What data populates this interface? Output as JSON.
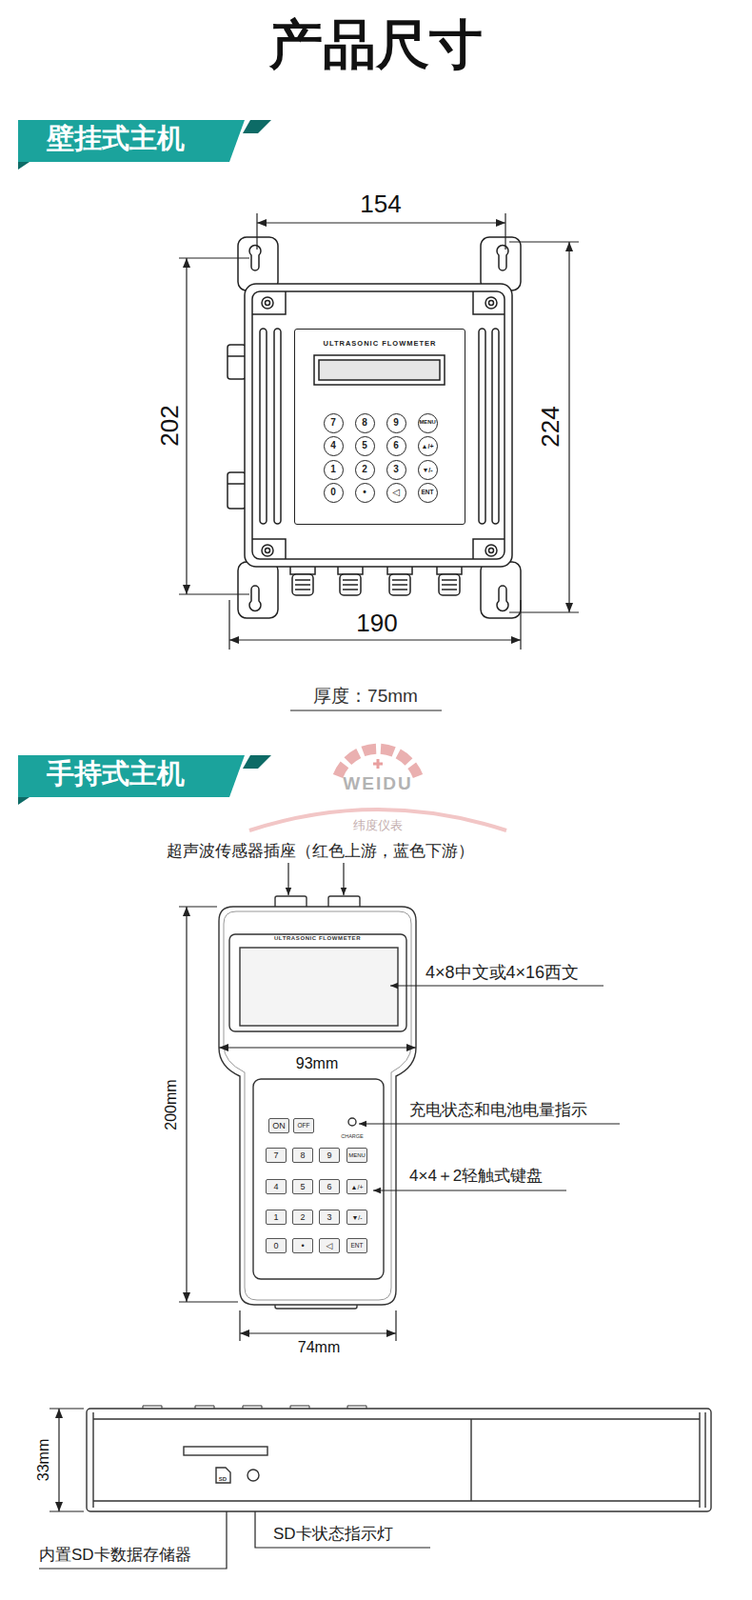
{
  "diagram": {
    "title": "产品尺寸",
    "nodes": [
      {
        "text": [
          "壁挂式主机"
        ]
      },
      {
        "text": [
          "ULTRASONIC FLOWMETER"
        ]
      },
      {
        "text": [
          "7"
        ],
        "in": 1
      },
      {
        "text": [
          "8"
        ],
        "in": 1
      },
      {
        "text": [
          "9"
        ],
        "in": 1
      },
      {
        "text": [
          "MENU"
        ],
        "in": 1
      },
      {
        "text": [
          "4"
        ],
        "in": 1
      },
      {
        "text": [
          "5"
        ],
        "in": 1
      },
      {
        "text": [
          "6"
        ],
        "in": 1
      },
      {
        "text": [
          "▲/+"
        ],
        "in": 1
      },
      {
        "text": [
          "1"
        ],
        "in": 1
      },
      {
        "text": [
          "2"
        ],
        "in": 1
      },
      {
        "text": [
          "3"
        ],
        "in": 1
      },
      {
        "text": [
          "▼/-"
        ],
        "in": 1
      },
      {
        "text": [
          "0"
        ],
        "in": 1
      },
      {
        "text": [
          "•"
        ],
        "in": 1
      },
      {
        "text": [
          "◁"
        ],
        "in": 1
      },
      {
        "text": [
          "ENT"
        ],
        "in": 1
      },
      {
        "text": [
          "手持式主机"
        ]
      },
      {
        "text": [
          "ULTRASONIC FLOWMETER"
        ]
      },
      {
        "text": [
          "ON"
        ],
        "in": 19
      },
      {
        "text": [
          "OFF"
        ],
        "in": 19
      },
      {
        "text": [
          "7"
        ],
        "in": 19
      },
      {
        "text": [
          "8"
        ],
        "in": 19
      },
      {
        "text": [
          "9"
        ],
        "in": 19
      },
      {
        "text": [
          "MENU"
        ],
        "in": 19
      },
      {
        "text": [
          "4"
        ],
        "in": 19
      },
      {
        "text": [
          "5"
        ],
        "in": 19
      },
      {
        "text": [
          "6"
        ],
        "in": 19
      },
      {
        "text": [
          "▲/+"
        ],
        "in": 19
      },
      {
        "text": [
          "1"
        ],
        "in": 19
      },
      {
        "text": [
          "2"
        ],
        "in": 19
      },
      {
        "text": [
          "3"
        ],
        "in": 19
      },
      {
        "text": [
          "▼/-"
        ],
        "in": 19
      },
      {
        "text": [
          "0"
        ],
        "in": 19
      },
      {
        "text": [
          "•"
        ],
        "in": 19
      },
      {
        "text": [
          "◁"
        ],
        "in": 19
      },
      {
        "text": [
          "ENT"
        ],
        "in": 19
      }
    ],
    "labels": [
      "154",
      "202",
      "224",
      "190",
      "厚度：75mm",
      "WEIDU",
      "纬度仪表",
      "超声波传感器插座（红色上游，蓝色下游）",
      "4×8中文或4×16西文",
      "93mm",
      "CHARGE",
      "充电状态和电池电量指示",
      "4×4＋2轻触式键盘",
      "200mm",
      "74mm",
      "33mm",
      "SD",
      "内置SD卡数据存储器",
      "SD卡状态指示灯"
    ]
  }
}
